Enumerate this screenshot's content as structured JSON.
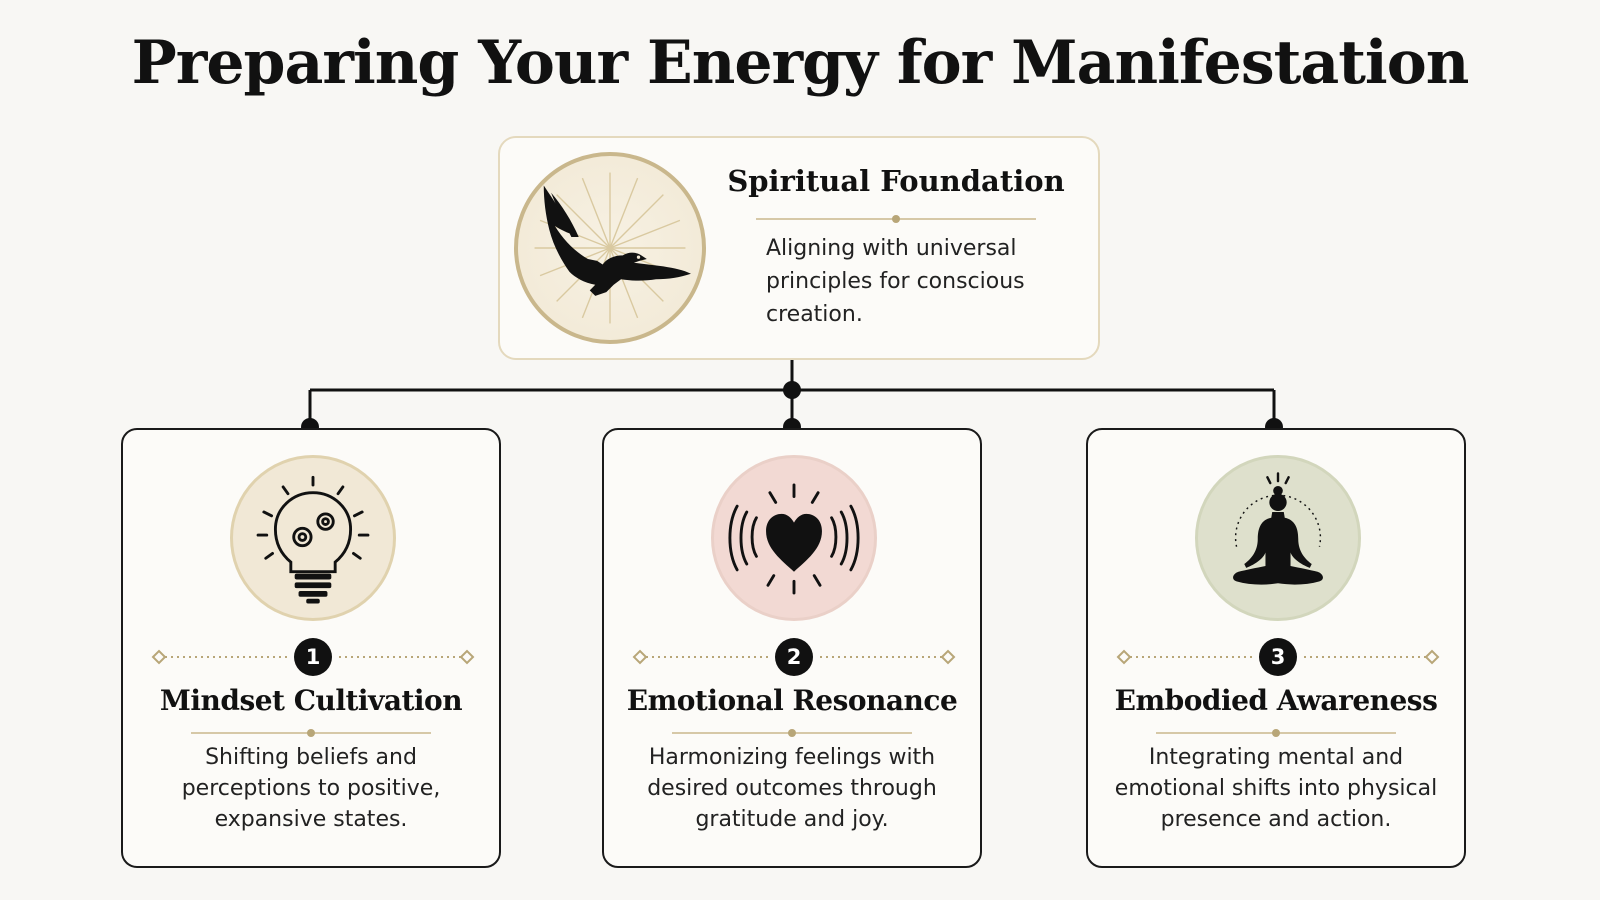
{
  "title": "Preparing Your Energy for Manifestation",
  "colors": {
    "ink": "#111111",
    "gold": "#c9b78c",
    "card_bg": "#fcfbf8",
    "mindset_circle": "#f1e8d6",
    "emotion_circle": "#f2d9d3",
    "body_circle": "#dee0cc"
  },
  "foundation": {
    "heading": "Spiritual Foundation",
    "text": "Aligning with universal principles for conscious creation.",
    "icon": "eagle-icon"
  },
  "steps": [
    {
      "number": "1",
      "heading": "Mindset Cultivation",
      "text": "Shifting beliefs and perceptions to positive, expansive states.",
      "icon": "lightbulb-gears-icon"
    },
    {
      "number": "2",
      "heading": "Emotional Resonance",
      "text": "Harmonizing feelings with desired outcomes through gratitude and joy.",
      "icon": "heart-waves-icon"
    },
    {
      "number": "3",
      "heading": "Embodied Awareness",
      "text": "Integrating mental and emotional shifts into physical presence and action.",
      "icon": "meditation-figure-icon"
    }
  ]
}
